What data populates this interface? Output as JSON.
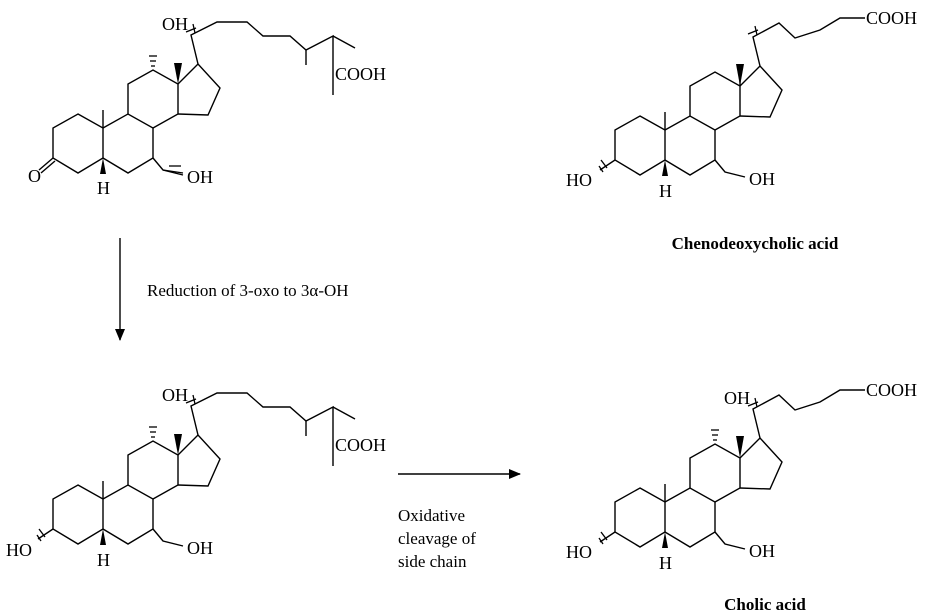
{
  "structures": [
    {
      "id": "top-left",
      "labels": {
        "oh_top": "OH",
        "acid": "COOH",
        "oxo": "O",
        "h5": "H",
        "oh_bottom": "OH"
      }
    },
    {
      "id": "chenodeoxycholic",
      "name": "Chenodeoxycholic acid",
      "labels": {
        "acid": "COOH",
        "ho": "HO",
        "h5": "H",
        "oh_bottom": "OH"
      }
    },
    {
      "id": "bottom-left",
      "labels": {
        "oh_top": "OH",
        "acid": "COOH",
        "ho": "HO",
        "h5": "H",
        "oh_bottom": "OH"
      }
    },
    {
      "id": "cholic",
      "name": "Cholic acid",
      "labels": {
        "oh_top": "OH",
        "acid": "COOH",
        "ho": "HO",
        "h5": "H",
        "oh_bottom": "OH"
      }
    }
  ],
  "steps": {
    "reduction": "Reduction of 3-oxo to 3α-OH",
    "oxidative_line1": "Oxidative",
    "oxidative_line2": "cleavage of",
    "oxidative_line3": "side chain"
  }
}
